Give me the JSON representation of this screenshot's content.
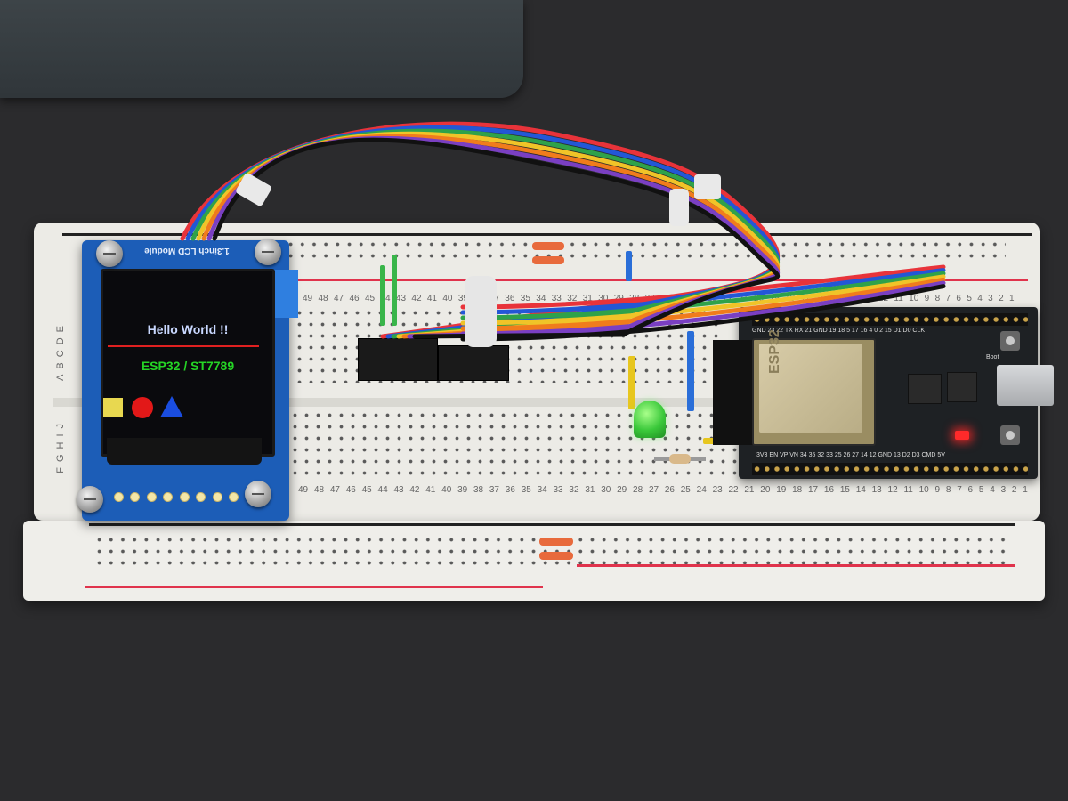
{
  "photo": {
    "subject": "ESP32 dev board wired to a 1.3inch LCD module on a breadboard",
    "lcd_module": {
      "board_label": "1.3inch LCD Module",
      "screen_line1": "Hello World !!",
      "screen_line2": "ESP32 / ST7789",
      "shapes": [
        {
          "name": "square",
          "color": "#e8d850"
        },
        {
          "name": "circle",
          "color": "#e21818"
        },
        {
          "name": "triangle",
          "color": "#1a4de0"
        }
      ]
    },
    "breadboard": {
      "row_letters_top": "ABCDE",
      "row_letters_bottom": "FGHIJ",
      "column_numbers": [
        "49",
        "48",
        "47",
        "46",
        "45",
        "44",
        "43",
        "42",
        "41",
        "40",
        "39",
        "38",
        "37",
        "36",
        "35",
        "34",
        "33",
        "32",
        "31",
        "30",
        "29",
        "28",
        "27",
        "26",
        "25",
        "24",
        "23",
        "22",
        "21",
        "20",
        "19",
        "18",
        "17",
        "16",
        "15",
        "14",
        "13",
        "12",
        "11",
        "10",
        "9",
        "8",
        "7",
        "6",
        "5",
        "4",
        "3",
        "2",
        "1"
      ]
    },
    "esp32_board": {
      "module_text": "ESP32",
      "top_pins": "GND 23 22 TX RX 21 GND 19 18 5 17 16 4 0 2 15 D1 D0 CLK",
      "bottom_pins": "3V3 EN VP VN 34 35 32 33 25 26 27 14 12 GND 13 D2 D3 CMD 5V",
      "boot_label": "Boot"
    },
    "wire_colors": [
      "#e8333a",
      "#2357d6",
      "#2fa24a",
      "#f0c428",
      "#f07c1c",
      "#7a3fc2",
      "#111111"
    ]
  }
}
